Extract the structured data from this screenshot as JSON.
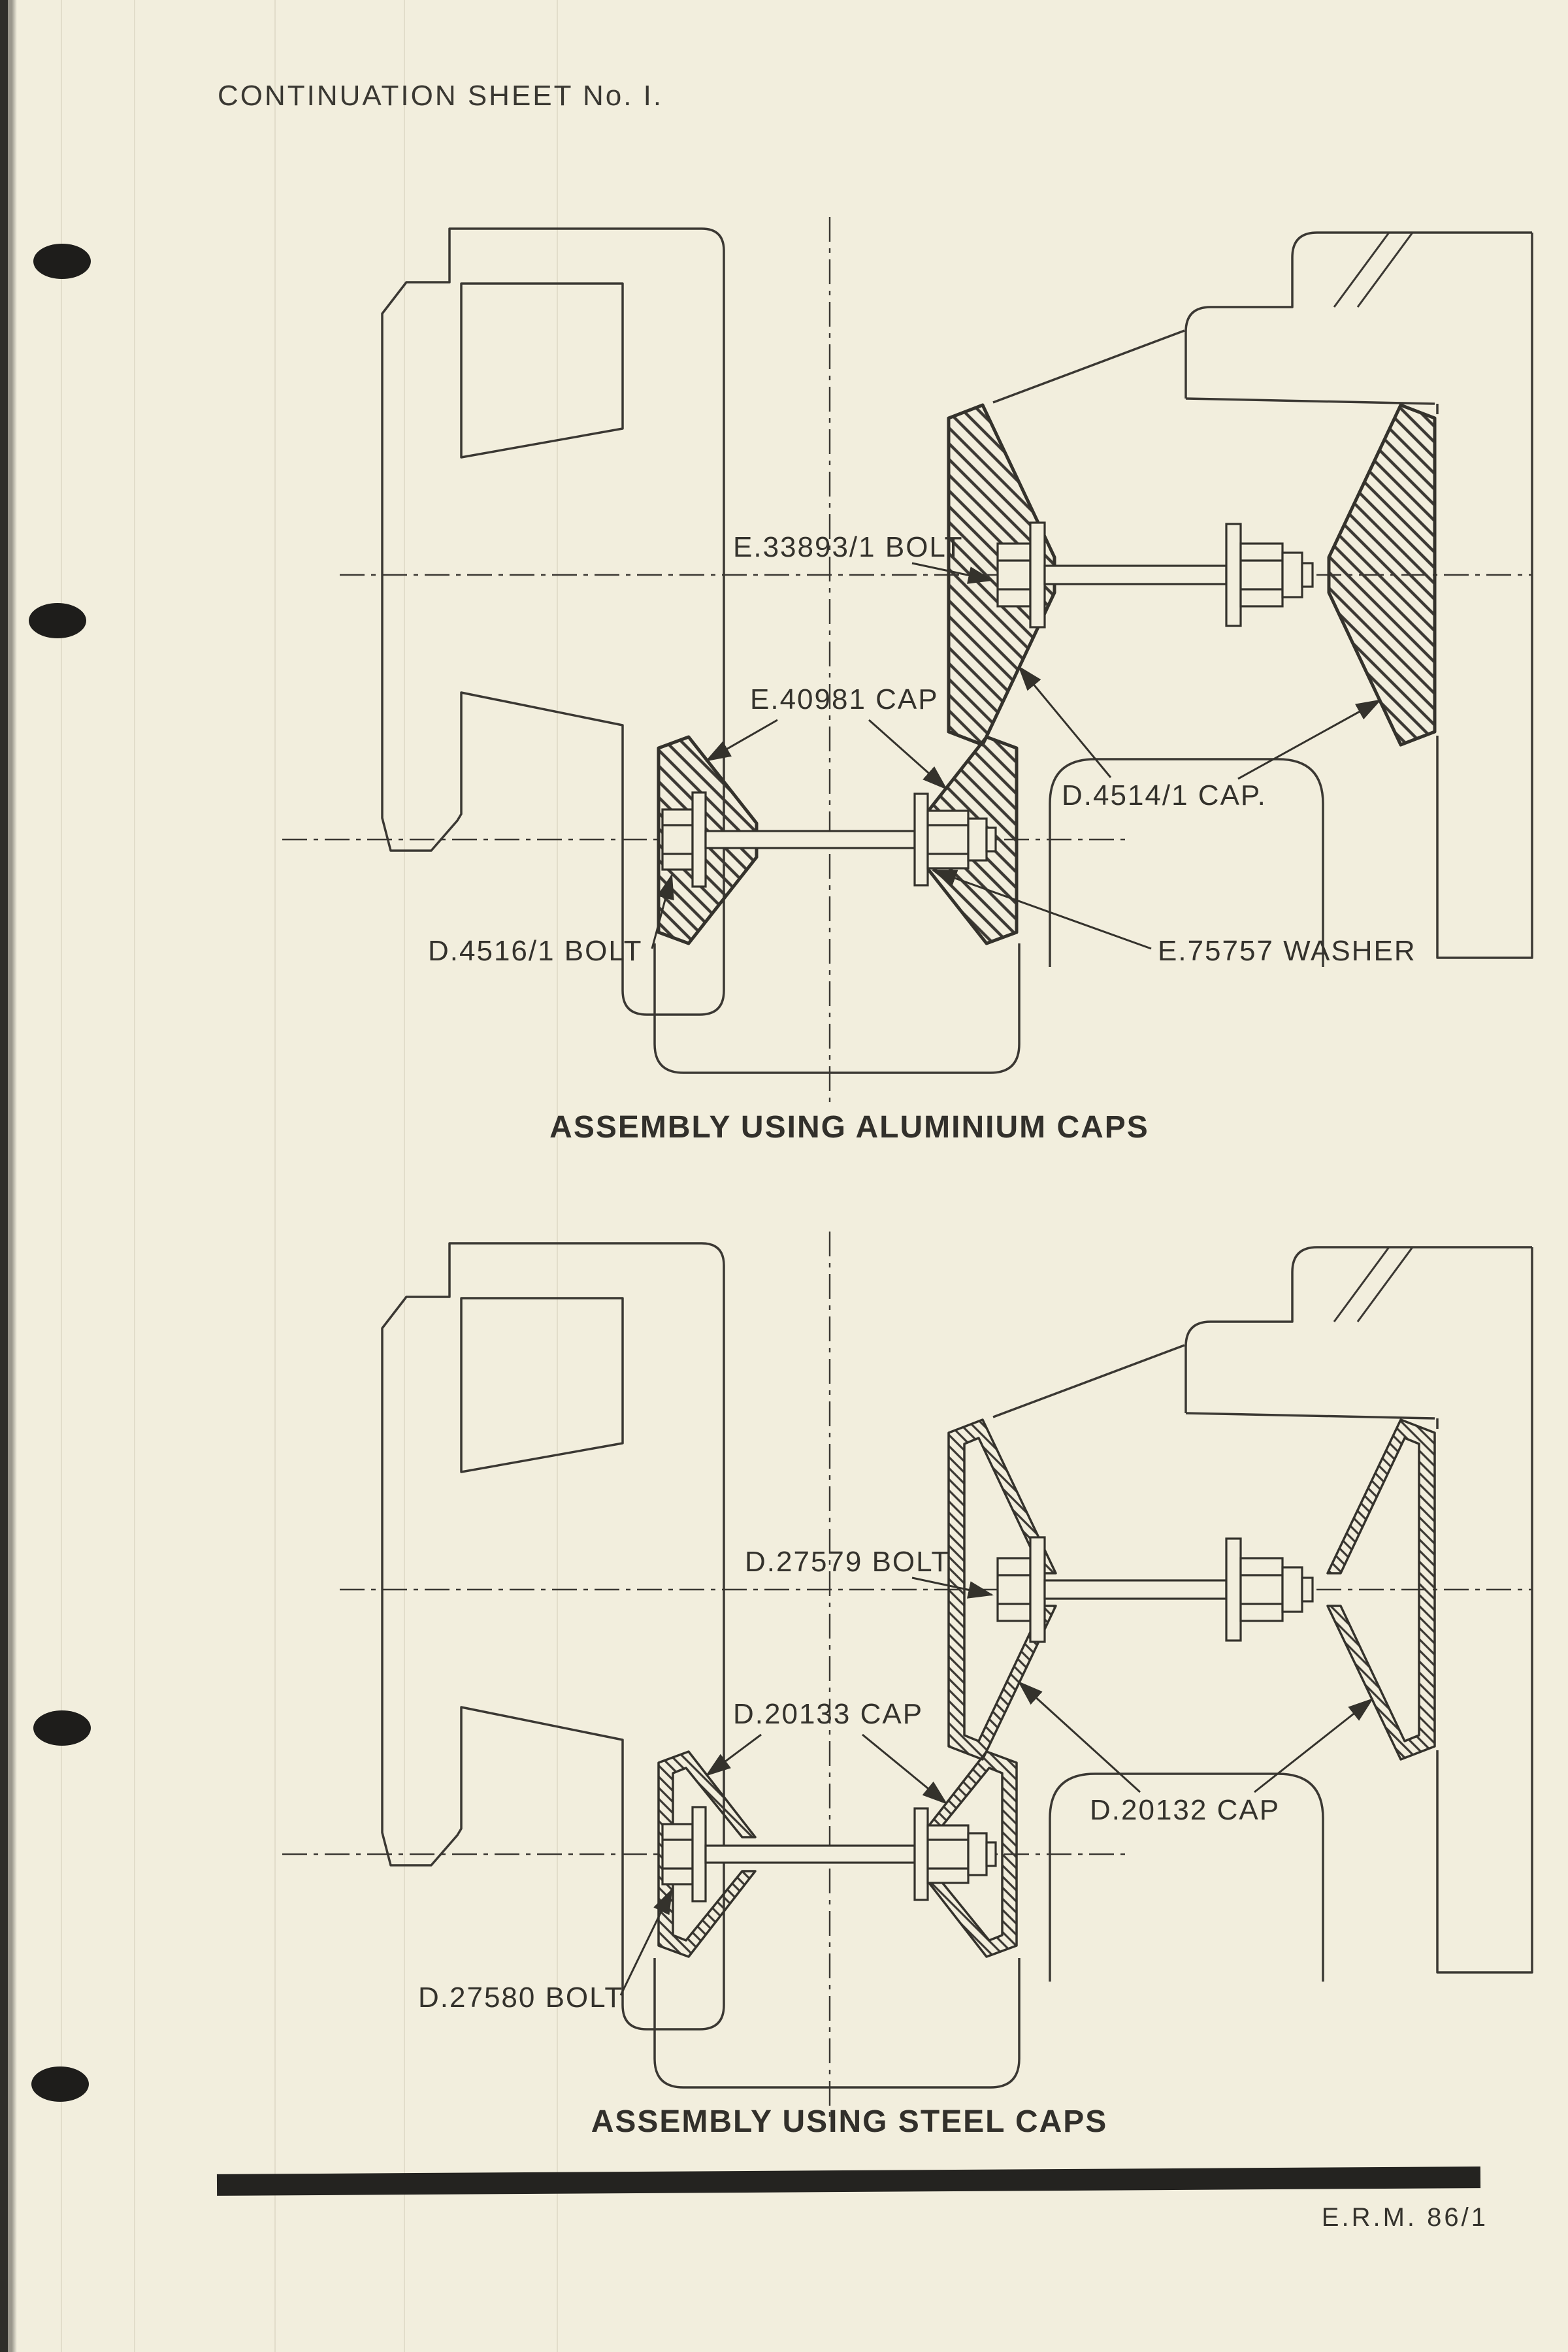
{
  "page": {
    "title": "CONTINUATION SHEET No. I.",
    "reference": "E.R.M. 86/1"
  },
  "diagrams": [
    {
      "caption": "ASSEMBLY USING ALUMINIUM CAPS",
      "labels": {
        "bolt_upper": "E.33893/1 BOLT",
        "cap_lower": "E.40981 CAP",
        "cap_right": "D.4514/1 CAP.",
        "bolt_lower": "D.4516/1 BOLT",
        "washer": "E.75757 WASHER"
      }
    },
    {
      "caption": "ASSEMBLY USING STEEL CAPS",
      "labels": {
        "bolt_upper": "D.27579 BOLT",
        "cap_lower": "D.20133 CAP",
        "cap_right": "D.20132 CAP",
        "bolt_lower": "D.27580 BOLT"
      }
    }
  ],
  "colors": {
    "paper": "#f2eedd",
    "ink": "#3b3833"
  }
}
